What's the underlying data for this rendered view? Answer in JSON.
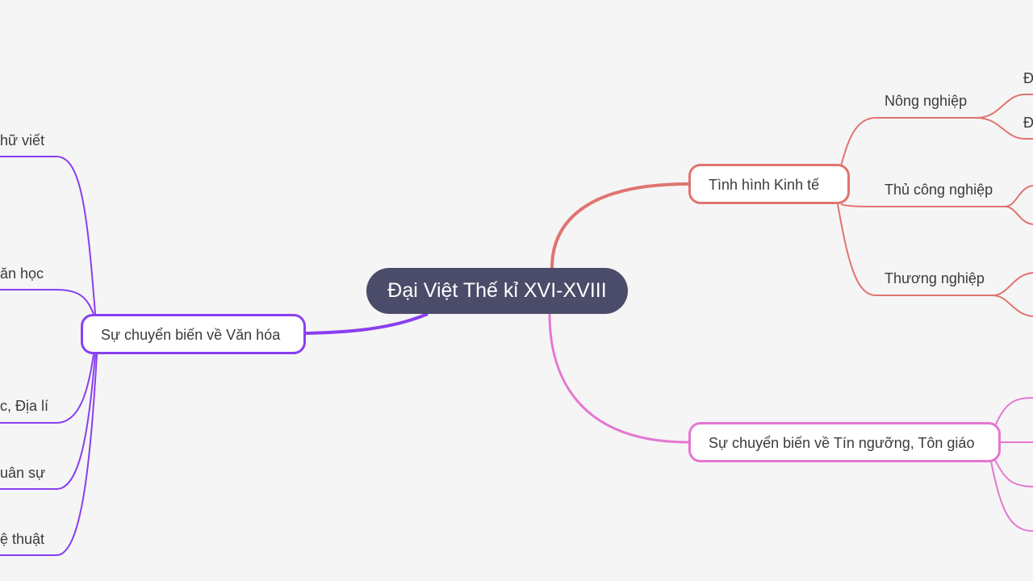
{
  "root": {
    "label": "Đại Việt Thế kỉ XVI-XVIII"
  },
  "branches": {
    "van_hoa": {
      "label": "Sự chuyển biến về Văn hóa",
      "color": "#8a3ff0",
      "children": [
        "hữ viết",
        "ăn học",
        "c, Địa lí",
        "uân sự",
        "ệ thuật"
      ]
    },
    "kinh_te": {
      "label": "Tình hình Kinh tế",
      "color": "#e07470",
      "children": [
        "Nông nghiệp",
        "Thủ công nghiệp",
        "Thương nghiệp"
      ],
      "grandchildren": [
        "Đ",
        "Đ"
      ]
    },
    "tin_nguong": {
      "label": "Sự chuyển biến về Tín ngưỡng, Tôn giáo",
      "color": "#e477d2"
    }
  },
  "colors": {
    "background": "#f5f5f5",
    "root_fill": "#4b4c69",
    "text": "#3b3b3b"
  }
}
